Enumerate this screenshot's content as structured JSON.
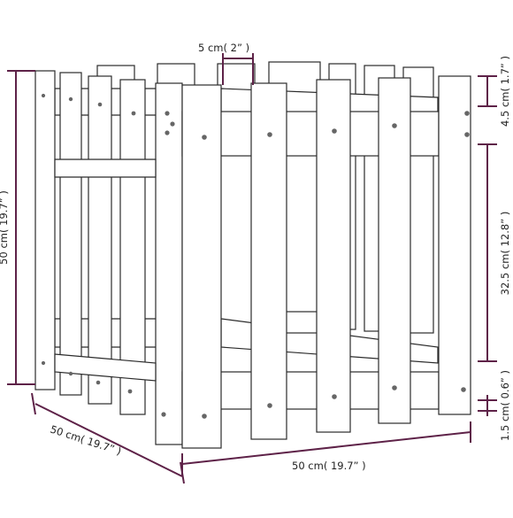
{
  "labels": {
    "top_width": "5 cm( 2” )",
    "height": "50 cm( 19.7” )",
    "top_gap": "4.5 cm( 1.7” )",
    "middle_span": "32.5 cm( 12.8” )",
    "bottom_gap": "1.5 cm( 0.6” )",
    "depth": "50 cm( 19.7” )",
    "width": "50 cm( 19.7” )"
  },
  "colors": {
    "dimension_line": "#5e2248",
    "outline": "#2b2b2b",
    "background": "#ffffff"
  }
}
